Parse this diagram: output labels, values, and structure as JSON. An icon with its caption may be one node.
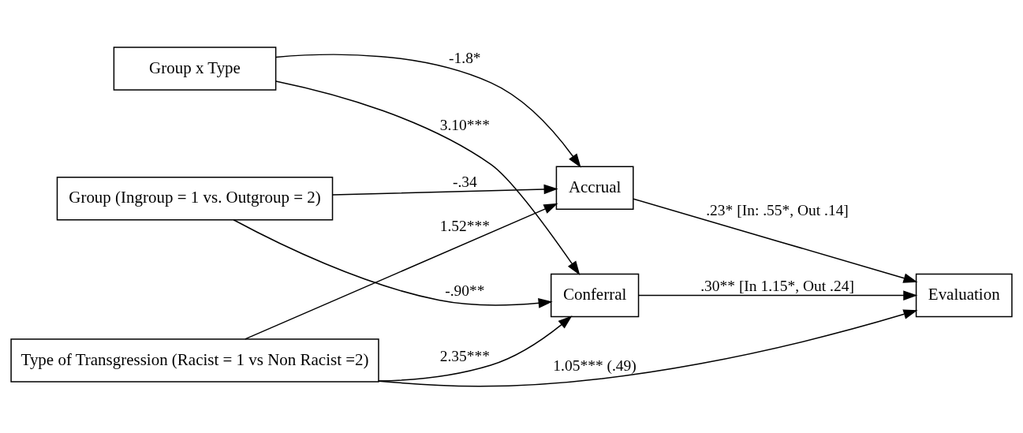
{
  "diagram": {
    "nodes": [
      {
        "text": [
          "Group (Ingroup = 1 vs. Outgroup = 2)"
        ]
      },
      {
        "text": [
          "Accrual"
        ]
      },
      {
        "text": [
          "Type of Transgression (Racist = 1 vs Non Racist =2)"
        ]
      },
      {
        "text": [
          "Conferral"
        ]
      },
      {
        "text": [
          "Evaluation"
        ]
      },
      {
        "text": [
          "Group x Type"
        ]
      }
    ],
    "edges": [
      {
        "from": 0,
        "to": 1,
        "arrow": "to",
        "label": "-.34"
      },
      {
        "from": 0,
        "to": 3,
        "arrow": "to",
        "label": "-.90**"
      },
      {
        "from": 2,
        "to": 1,
        "arrow": "to",
        "label": "1.52***"
      },
      {
        "from": 2,
        "to": 3,
        "arrow": "to",
        "label": "2.35***"
      },
      {
        "from": 5,
        "to": 1,
        "arrow": "to",
        "label": "-1.8*"
      },
      {
        "from": 5,
        "to": 3,
        "arrow": "to",
        "label": "3.10***"
      },
      {
        "from": 1,
        "to": 4,
        "arrow": "to",
        "label": ".23* [In: .55*, Out .14]"
      },
      {
        "from": 3,
        "to": 4,
        "arrow": "to",
        "label": ".30** [In 1.15*, Out .24]"
      },
      {
        "from": 2,
        "to": 4,
        "arrow": "to",
        "label": "1.05*** (.49)"
      }
    ]
  }
}
